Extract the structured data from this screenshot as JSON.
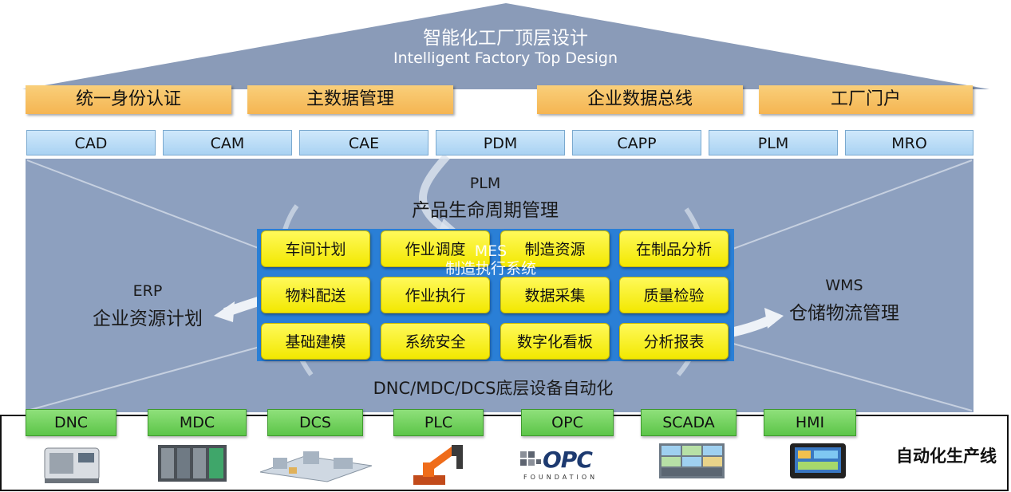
{
  "roof": {
    "title": "智能化工厂顶层设计",
    "subtitle": "Intelligent Factory Top Design"
  },
  "platform_bar": [
    "统一身份认证",
    "主数据管理",
    "企业数据总线",
    "工厂门户"
  ],
  "systems_bar": [
    "CAD",
    "CAM",
    "CAE",
    "PDM",
    "CAPP",
    "PLM",
    "MRO"
  ],
  "plm": {
    "code": "PLM",
    "name": "产品生命周期管理"
  },
  "erp": {
    "code": "ERP",
    "name": "企业资源计划"
  },
  "wms": {
    "code": "WMS",
    "name": "仓储物流管理"
  },
  "mes": {
    "code": "MES",
    "name": "制造执行系统"
  },
  "mes_modules": [
    "车间计划",
    "作业调度",
    "制造资源",
    "在制品分析",
    "物料配送",
    "作业执行",
    "数据采集",
    "质量检验",
    "基础建模",
    "系统安全",
    "数字化看板",
    "分析报表"
  ],
  "bottom_caption": "DNC/MDC/DCS底层设备自动化",
  "devices": [
    "DNC",
    "MDC",
    "DCS",
    "PLC",
    "OPC",
    "SCADA",
    "HMI"
  ],
  "production_line": "自动化生产线",
  "opc_logo": {
    "text": "OPC",
    "foundation": "FOUNDATION"
  },
  "colors": {
    "roof": "#8a9bb8",
    "body": "#8da0bf",
    "orange": "#f5b552",
    "blue": "#a9d2f2",
    "yellow": "#f2e800",
    "green": "#5cc548",
    "mes_grid": "#2a7fd6"
  }
}
